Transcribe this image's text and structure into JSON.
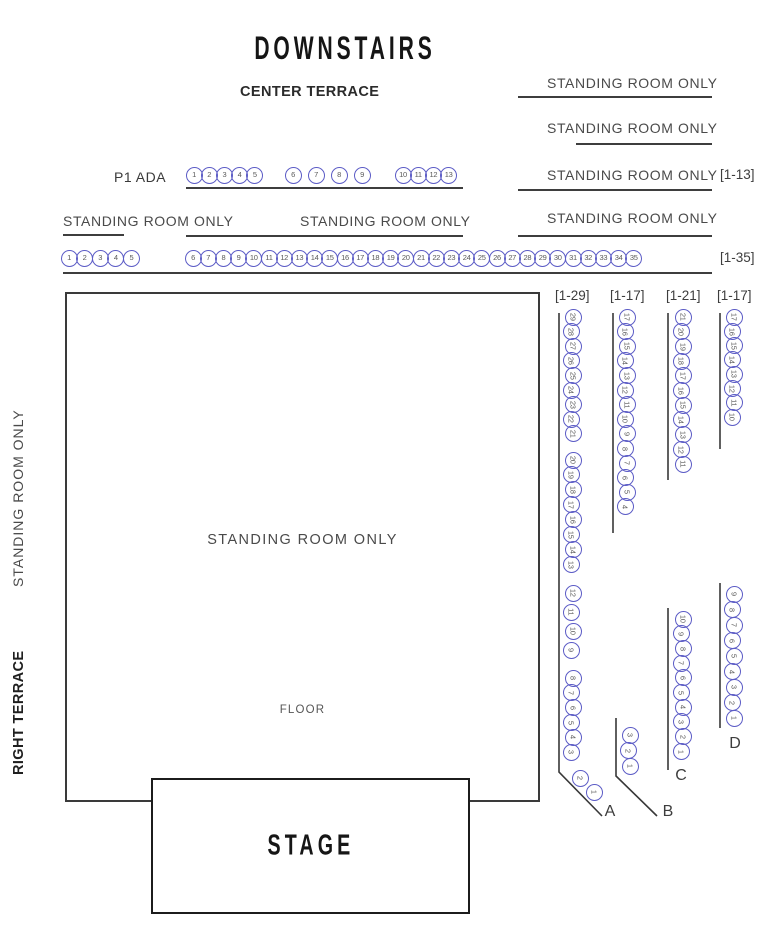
{
  "title": "DOWNSTAIRS",
  "center_terrace_label": "CENTER TERRACE",
  "colors": {
    "seat_ring": "#5c5cc6",
    "line": "#3e3e3e"
  },
  "right_standing_rows": {
    "row1": "STANDING ROOM ONLY",
    "row2": "STANDING ROOM ONLY",
    "row3": "STANDING ROOM ONLY",
    "row3_range": "[1-13]",
    "row4": "STANDING ROOM ONLY"
  },
  "terrace": {
    "p1": {
      "label": "P1 ADA",
      "groups": [
        [
          1,
          2,
          3,
          4,
          5
        ],
        [
          6,
          7,
          8,
          9
        ],
        [
          10,
          11,
          12,
          13
        ]
      ]
    },
    "left_standing_label": "STANDING ROOM ONLY",
    "center_standing_label": "STANDING ROOM ONLY",
    "row35": {
      "range": "[1-35]",
      "groups": [
        [
          1,
          2,
          3,
          4,
          5
        ],
        [
          6,
          7,
          8,
          9,
          10,
          11,
          12,
          13,
          14,
          15,
          16,
          17,
          18,
          19,
          20,
          21,
          22,
          23,
          24,
          25,
          26,
          27,
          28,
          29,
          30,
          31,
          32,
          33,
          34,
          35
        ]
      ]
    }
  },
  "floor": {
    "label": "STANDING ROOM ONLY",
    "sublabel": "FLOOR"
  },
  "stage_label": "STAGE",
  "left_rail": {
    "standing_label": "STANDING ROOM ONLY",
    "terrace_label": "RIGHT TERRACE"
  },
  "sections": [
    {
      "id": "A",
      "range": "[1-29]",
      "label": "A",
      "groups": [
        [
          29,
          28,
          27,
          26,
          25,
          24,
          23,
          22,
          21
        ],
        [
          20,
          19,
          18,
          17,
          16,
          15,
          14,
          13
        ],
        [
          12,
          11,
          10,
          9
        ],
        [
          8,
          7,
          6,
          5,
          4,
          3
        ],
        [
          2,
          1
        ]
      ]
    },
    {
      "id": "B",
      "range": "[1-17]",
      "label": "B",
      "groups": [
        [
          17,
          16,
          15,
          14,
          13,
          12,
          11,
          10,
          9,
          8,
          7,
          6,
          5,
          4
        ],
        [
          3,
          2,
          1
        ]
      ]
    },
    {
      "id": "C",
      "range": "[1-21]",
      "label": "C",
      "groups": [
        [
          21,
          20,
          19,
          18,
          17,
          16,
          15,
          14,
          13,
          12,
          11
        ],
        [
          10,
          9,
          8,
          7,
          6,
          5,
          4,
          3,
          2,
          1
        ]
      ]
    },
    {
      "id": "D",
      "range": "[1-17]",
      "label": "D",
      "groups": [
        [
          17,
          16,
          15,
          14,
          13,
          12,
          11,
          10
        ],
        [
          9,
          8,
          7,
          6,
          5,
          4,
          3,
          2,
          1
        ]
      ]
    }
  ]
}
